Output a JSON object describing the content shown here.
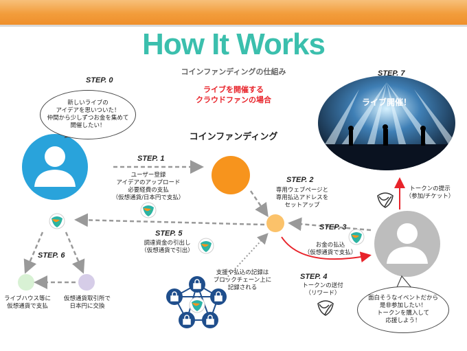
{
  "header": {
    "title": "How It Works",
    "subtitle": "コインファンディングの仕組み",
    "caption_line1": "ライブを開催する",
    "caption_line2": "クラウドファンの場合",
    "center_label": "コインファンディング"
  },
  "steps": {
    "s0": "STEP. 0",
    "s1": "STEP. 1",
    "s2": "STEP. 2",
    "s3": "STEP. 3",
    "s4": "STEP. 4",
    "s5": "STEP. 5",
    "s6": "STEP. 6",
    "s7": "STEP. 7"
  },
  "bubble_organizer": [
    "新しいライブの",
    "アイデアを思いついた！",
    "仲間から少しずつお金を集めて",
    "開催したい！"
  ],
  "bubble_supporter": [
    "面白そうなイベントだから",
    "是非参加したい！",
    "トークンを購入して",
    "応援しよう！"
  ],
  "step1_text": [
    "ユーザー登録",
    "アイデアのアップロード",
    "必要経費の支払",
    "（仮想通貨/日本円で支払）"
  ],
  "step2_text": [
    "専用ウェブページと",
    "専用払込アドレスを",
    "セットアップ"
  ],
  "step3_text": [
    "お金の払込",
    "（仮想通貨で支払）"
  ],
  "step4_text": [
    "トークンの送付",
    "（リワード）"
  ],
  "step5_text": [
    "調達資金の引出し",
    "（仮想通貨で引出）"
  ],
  "step6_left": [
    "ライブハウス等に",
    "仮想通貨で支払"
  ],
  "step6_right": [
    "仮想通貨取引所で",
    "日本円に交換"
  ],
  "step7_text": [
    "トークンの提示",
    "（参加/チケット）"
  ],
  "blockchain_text": [
    "支援や払込の記録は",
    "ブロックチェーン上に",
    "記録される"
  ],
  "concert_label": "ライブ開催！",
  "colors": {
    "teal_title": "#3bbfad",
    "header_orange": "#f29d3c",
    "organizer_blue": "#29a3db",
    "platform_orange": "#f7941d",
    "supporter_gray": "#bdbdbd",
    "red_text": "#e8232a",
    "green_circle": "#d8f1d4",
    "purple_circle": "#d6cde8",
    "blockchain_blue": "#1f4e8c"
  },
  "icons": [
    "user-avatar-icon",
    "nem-coin-icon",
    "nem-logo-icon",
    "lock-icon",
    "blockchain-network-icon",
    "concert-photo"
  ]
}
